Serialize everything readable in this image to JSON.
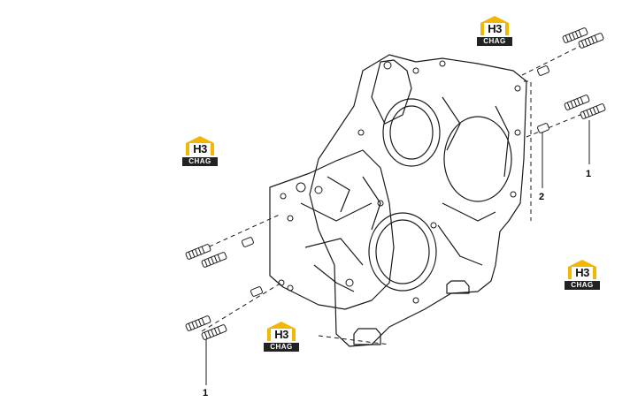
{
  "diagram": {
    "callouts": [
      {
        "id": "bolt-right",
        "text": "1"
      },
      {
        "id": "dowel-right",
        "text": "2"
      },
      {
        "id": "bolt-left",
        "text": "1"
      }
    ],
    "watermark": {
      "line1": "H3",
      "line2": "CHAG"
    },
    "colors": {
      "ink": "#1a1a1a",
      "badge_yellow": "#f2b705",
      "badge_dark": "#222222",
      "background": "#ffffff"
    }
  }
}
